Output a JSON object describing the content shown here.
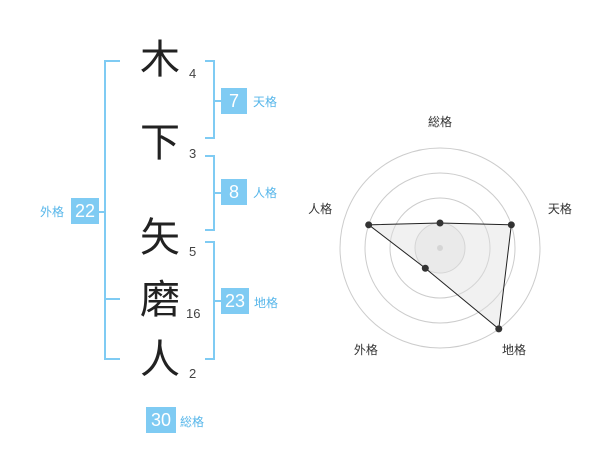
{
  "name": {
    "chars": [
      {
        "char": "木",
        "strokes": "4"
      },
      {
        "char": "下",
        "strokes": "3"
      },
      {
        "char": "矢",
        "strokes": "5"
      },
      {
        "char": "磨",
        "strokes": "16"
      },
      {
        "char": "人",
        "strokes": "2"
      }
    ]
  },
  "fortunes": {
    "tenkaku": {
      "label": "天格",
      "value": "7"
    },
    "jinkaku": {
      "label": "人格",
      "value": "8"
    },
    "chikaku": {
      "label": "地格",
      "value": "23"
    },
    "gaikaku": {
      "label": "外格",
      "value": "22"
    },
    "soukaku": {
      "label": "総格",
      "value": "30"
    }
  },
  "colors": {
    "accent": "#7fcbf3",
    "label": "#56b6ea",
    "grid": "#cccccc",
    "fill": "#eeeeee"
  },
  "chart_data": {
    "type": "radar",
    "axes": [
      "総格",
      "天格",
      "地格",
      "外格",
      "人格"
    ],
    "rings": 4,
    "range": [
      0,
      4
    ],
    "values": [
      1,
      3,
      4,
      1,
      3
    ]
  }
}
